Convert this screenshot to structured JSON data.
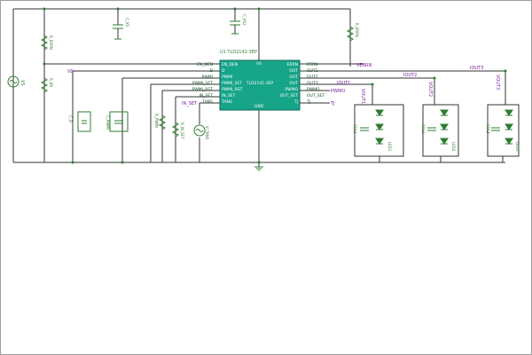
{
  "chip": {
    "title": "U1 TLD2141-3EP",
    "center_label": "TLD2141-3EP",
    "pin_top": "VS",
    "pin_bottom": "GND",
    "left_pins": [
      "EN_DEN",
      "D",
      "PWMI",
      "PWMI_SET",
      "PWMI_RST",
      "IN_SET",
      "TANS"
    ],
    "right_pins": [
      "ERRN",
      "OUT",
      "OUT",
      "OUT",
      "PWMO",
      "OUT_SET",
      "TJ"
    ],
    "left_wires": [
      "EN_DEN",
      "D",
      "PWMI",
      "PWMI_SET",
      "PWMI_RST",
      "IN_SET",
      "TANS"
    ],
    "right_wires": [
      "ERRN",
      "OUT1",
      "OUT2",
      "OUT3",
      "PWMO",
      "OUT_SET",
      "TJ"
    ]
  },
  "nets": {
    "verrn": "VERRN",
    "vd": "VD",
    "iout1": "IOUT1",
    "iout2": "IOUT2",
    "iout3": "IOUT3",
    "vout1": "VOUT1",
    "vout2": "VOUT2",
    "vout3": "VOUT3",
    "pwmo": "PWMO",
    "tj": "TJ",
    "in_set": "IN_SET"
  },
  "components": {
    "vs": "VS",
    "r_en": "R_ERRN",
    "r_den": "R_EN",
    "c_top1": "C_VS",
    "c_top2": "C_VS2",
    "r_errn": "R_ERRN",
    "c_d": "C_D",
    "c_pwmi": "C_PWMI",
    "r_pwmi": "R_PWMI",
    "r_inset": "R_IN_SET",
    "v_tans": "V_TANS",
    "col1": "COL1",
    "col2": "COL2",
    "col3": "COL3",
    "led1": "LED1",
    "led2": "LED2",
    "led3": "LED3"
  }
}
